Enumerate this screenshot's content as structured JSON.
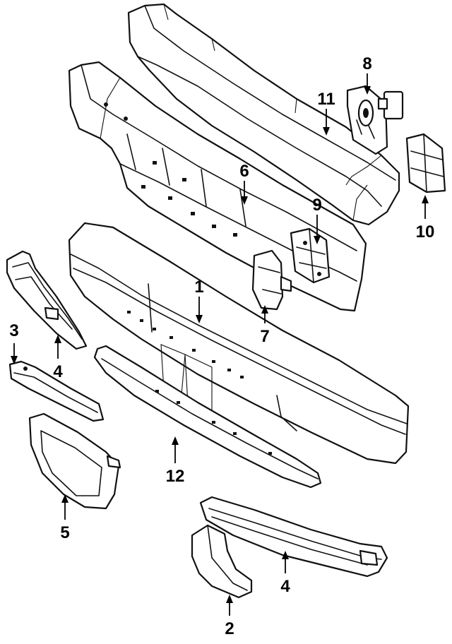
{
  "callouts": [
    {
      "id": "1",
      "label": "1"
    },
    {
      "id": "2",
      "label": "2"
    },
    {
      "id": "3",
      "label": "3"
    },
    {
      "id": "4a",
      "label": "4"
    },
    {
      "id": "4b",
      "label": "4"
    },
    {
      "id": "5",
      "label": "5"
    },
    {
      "id": "6",
      "label": "6"
    },
    {
      "id": "7",
      "label": "7"
    },
    {
      "id": "8",
      "label": "8"
    },
    {
      "id": "9",
      "label": "9"
    },
    {
      "id": "10",
      "label": "10"
    },
    {
      "id": "11",
      "label": "11"
    },
    {
      "id": "12",
      "label": "12"
    }
  ]
}
